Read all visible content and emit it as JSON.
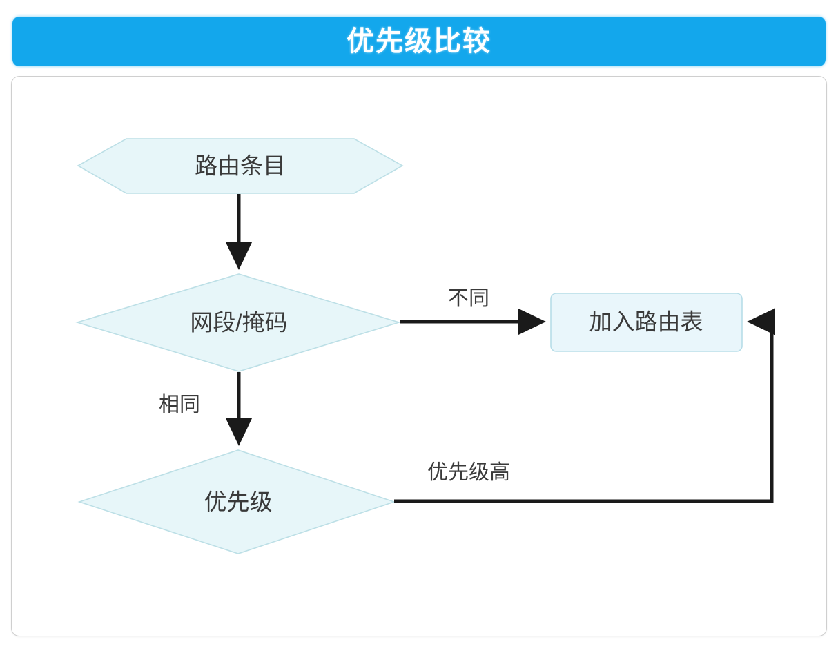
{
  "header": {
    "title": "优先级比较",
    "background_color": "#13A7EC",
    "text_color": "#FFFFFF"
  },
  "diagram": {
    "frame_border_color": "#CFCFCF",
    "node_fill_color": "#E7F6F9",
    "node_border_color": "#BCDFE6",
    "connector_color": "#1A1A1A",
    "nodes": [
      {
        "id": "route-entry",
        "label": "路由条目",
        "shape": "hexagon"
      },
      {
        "id": "network-mask",
        "label": "网段/掩码",
        "shape": "diamond"
      },
      {
        "id": "priority",
        "label": "优先级",
        "shape": "diamond"
      },
      {
        "id": "add-to-table",
        "label": "加入路由表",
        "shape": "rounded-rectangle"
      }
    ],
    "edges": [
      {
        "id": "e1",
        "from": "route-entry",
        "to": "network-mask",
        "label": "",
        "direction": "down"
      },
      {
        "id": "e2",
        "from": "network-mask",
        "to": "add-to-table",
        "label": "不同",
        "direction": "right"
      },
      {
        "id": "e3",
        "from": "network-mask",
        "to": "priority",
        "label": "相同",
        "direction": "down"
      },
      {
        "id": "e4",
        "from": "priority",
        "to": "add-to-table",
        "label": "优先级高",
        "direction": "right-up-left"
      }
    ]
  }
}
